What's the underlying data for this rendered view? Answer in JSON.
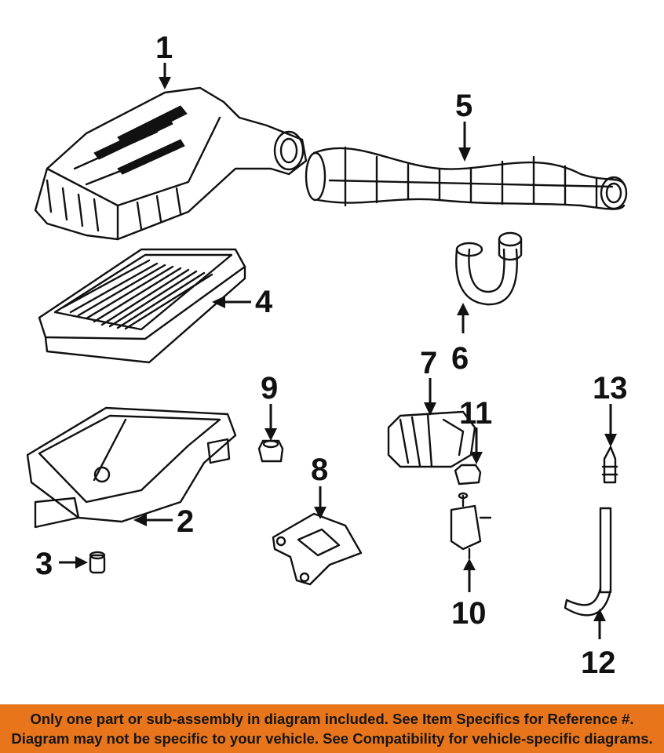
{
  "callouts": {
    "c1": "1",
    "c2": "2",
    "c3": "3",
    "c4": "4",
    "c5": "5",
    "c6": "6",
    "c7": "7",
    "c8": "8",
    "c9": "9",
    "c10": "10",
    "c11": "11",
    "c12": "12",
    "c13": "13"
  },
  "notice": {
    "line1": "Only one part or sub-assembly in diagram included. See Item Specifics for Reference #.",
    "line2": "Diagram may not be specific to your vehicle. See Compatibility for vehicle-specific diagrams."
  },
  "colors": {
    "banner": "#e8751c",
    "ink": "#111111"
  }
}
